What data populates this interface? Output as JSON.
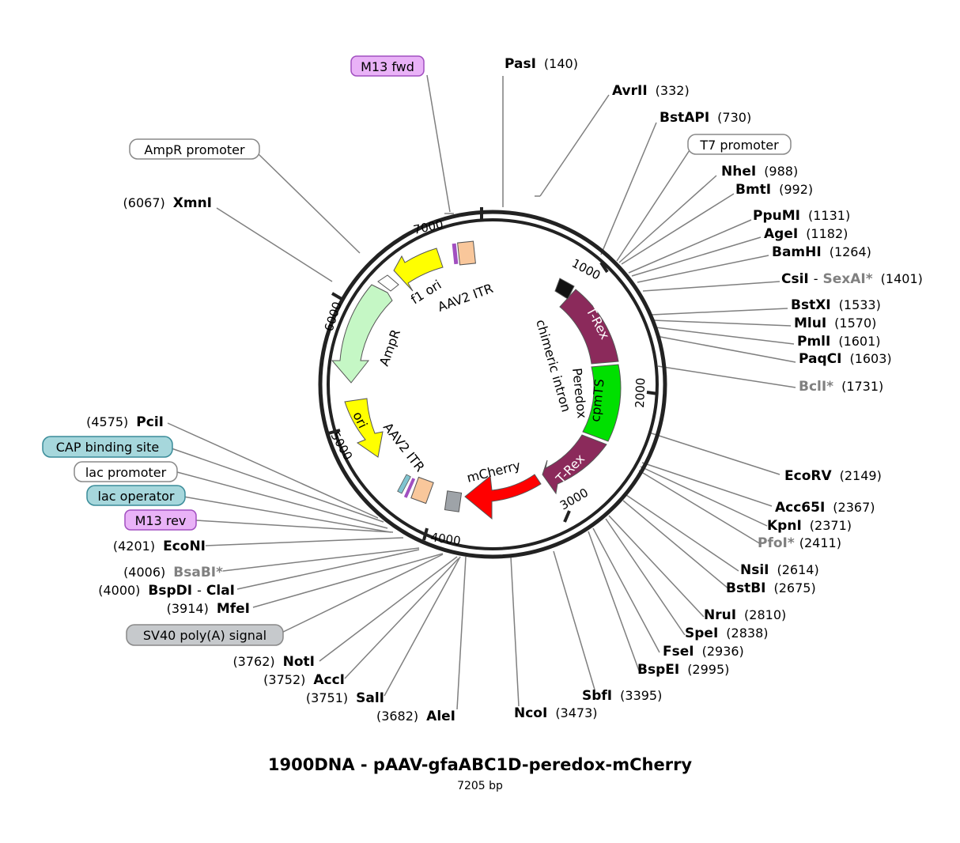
{
  "title": "1900DNA - pAAV-gfaABC1D-peredox-mCherry",
  "subtitle": "7205 bp",
  "colors": {
    "line": "#7f7f7f",
    "text": "#000000",
    "grey_text": "#808080",
    "purple_box": "#e9b2f7",
    "purple_border": "#a14fc0",
    "blue_box": "#a6d7dc",
    "blue_border": "#3a8c99",
    "grey_box": "#c6c9cc",
    "grey_border": "#888888",
    "T-Rex": "#8b2a5b",
    "cpmTS": "#00e000",
    "mCherry": "#ff0000",
    "ori": "#ffff00",
    "AmpR": "#c5f7c5",
    "ITR": "#f9c79b"
  },
  "enzymes": [
    {
      "name": "PasI",
      "pos": "(140)",
      "gray": false
    },
    {
      "name": "AvrII",
      "pos": "(332)",
      "gray": false
    },
    {
      "name": "BstAPI",
      "pos": "(730)",
      "gray": false
    },
    {
      "name": "NheI",
      "pos": "(988)",
      "gray": false
    },
    {
      "name": "BmtI",
      "pos": "(992)",
      "gray": false
    },
    {
      "name": "PpuMI",
      "pos": "(1131)",
      "gray": false
    },
    {
      "name": "AgeI",
      "pos": "(1182)",
      "gray": false
    },
    {
      "name": "BamHI",
      "pos": "(1264)",
      "gray": false
    },
    {
      "name": "CsiI",
      "name2": "SexAI*",
      "pos": "(1401)",
      "gray": false
    },
    {
      "name": "BstXI",
      "pos": "(1533)",
      "gray": false
    },
    {
      "name": "MluI",
      "pos": "(1570)",
      "gray": false
    },
    {
      "name": "PmlI",
      "pos": "(1601)",
      "gray": false
    },
    {
      "name": "PaqCI",
      "pos": "(1603)",
      "gray": false
    },
    {
      "name": "BclI*",
      "pos": "(1731)",
      "gray": true
    },
    {
      "name": "EcoRV",
      "pos": "(2149)",
      "gray": false
    },
    {
      "name": "Acc65I",
      "pos": "(2367)",
      "gray": false
    },
    {
      "name": "KpnI",
      "pos": "(2371)",
      "gray": false
    },
    {
      "name": "PfoI*",
      "pos": "(2411)",
      "gray": true
    },
    {
      "name": "NsiI",
      "pos": "(2614)",
      "gray": false
    },
    {
      "name": "BstBI",
      "pos": "(2675)",
      "gray": false
    },
    {
      "name": "NruI",
      "pos": "(2810)",
      "gray": false
    },
    {
      "name": "SpeI",
      "pos": "(2838)",
      "gray": false
    },
    {
      "name": "FseI",
      "pos": "(2936)",
      "gray": false
    },
    {
      "name": "BspEI",
      "pos": "(2995)",
      "gray": false
    },
    {
      "name": "SbfI",
      "pos": "(3395)",
      "gray": false
    },
    {
      "name": "NcoI",
      "pos": "(3473)",
      "gray": false
    },
    {
      "name": "AleI",
      "pos": "(3682)",
      "gray": false
    },
    {
      "name": "SalI",
      "pos": "(3751)",
      "gray": false
    },
    {
      "name": "AccI",
      "pos": "(3752)",
      "gray": false
    },
    {
      "name": "NotI",
      "pos": "(3762)",
      "gray": false
    },
    {
      "name": "MfeI",
      "pos": "(3914)",
      "gray": false
    },
    {
      "name": "BspDI",
      "name2": "ClaI",
      "pos": "(4000)",
      "gray": false
    },
    {
      "name": "BsaBI*",
      "pos": "(4006)",
      "gray": true
    },
    {
      "name": "EcoNI",
      "pos": "(4201)",
      "gray": false
    },
    {
      "name": "PciI",
      "pos": "(4575)",
      "gray": false
    },
    {
      "name": "XmnI",
      "pos": "(6067)",
      "gray": false
    }
  ],
  "feature_labels": [
    {
      "text": "M13 fwd",
      "style": "purple"
    },
    {
      "text": "AmpR promoter",
      "style": "white"
    },
    {
      "text": "T7 promoter",
      "style": "white"
    },
    {
      "text": "CAP binding site",
      "style": "blue"
    },
    {
      "text": "lac promoter",
      "style": "white"
    },
    {
      "text": "lac operator",
      "style": "blue"
    },
    {
      "text": "M13 rev",
      "style": "purple"
    },
    {
      "text": "SV40 poly(A) signal",
      "style": "grey"
    }
  ],
  "ticks": [
    "1000",
    "2000",
    "3000",
    "4000",
    "5000",
    "6000",
    "7000"
  ],
  "inner_labels": {
    "f1_ori": "f1 ori",
    "aav2_itr_top": "AAV2 ITR",
    "ampr": "AmpR",
    "ori": "ori",
    "aav2_itr_bottom": "AAV2 ITR",
    "mcherry": "mCherry",
    "chimeric_intron": "chimeric intron",
    "peredox": "Peredox",
    "trex1": "T-Rex",
    "cpmts": "cpmTS",
    "trex2": "T-Rex"
  }
}
